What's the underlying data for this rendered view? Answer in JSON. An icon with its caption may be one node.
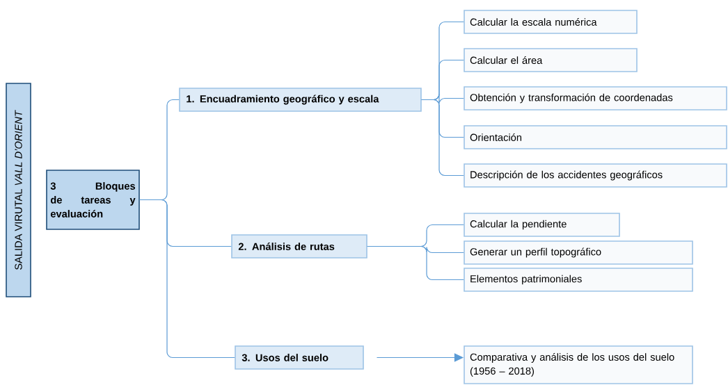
{
  "diagram": {
    "nodes": [
      {
        "text": [
          "SALIDA VIRUTAL *VALL D’ORIENT*"
        ]
      },
      {
        "text": [
          "3 Bloques de tareas y evaluación"
        ]
      },
      {
        "text": [
          "1. Encuadramiento geográfico y escala"
        ]
      },
      {
        "text": [
          "2. Análisis de rutas"
        ]
      },
      {
        "text": [
          "3. Usos del suelo"
        ]
      },
      {
        "text": [
          "Calcular la escala numérica"
        ]
      },
      {
        "text": [
          "Calcular el área"
        ]
      },
      {
        "text": [
          "Obtención y transformación de coordenadas"
        ]
      },
      {
        "text": [
          "Orientación"
        ]
      },
      {
        "text": [
          "Descripción de los accidentes geográficos"
        ]
      },
      {
        "text": [
          "Calcular la pendiente"
        ]
      },
      {
        "text": [
          "Generar un perfil topográfico"
        ]
      },
      {
        "text": [
          "Elementos patrimoniales"
        ]
      },
      {
        "text": [
          "Comparativa y análisis de los usos del suelo (1956 – 2018)"
        ]
      }
    ],
    "edges": [
      {
        "from": 1,
        "to": 2,
        "arrow": "none"
      },
      {
        "from": 1,
        "to": 3,
        "arrow": "none"
      },
      {
        "from": 1,
        "to": 4,
        "arrow": "none"
      },
      {
        "from": 2,
        "to": 5,
        "arrow": "none"
      },
      {
        "from": 2,
        "to": 6,
        "arrow": "none"
      },
      {
        "from": 2,
        "to": 7,
        "arrow": "none"
      },
      {
        "from": 2,
        "to": 8,
        "arrow": "none"
      },
      {
        "from": 2,
        "to": 9,
        "arrow": "none"
      },
      {
        "from": 3,
        "to": 10,
        "arrow": "none"
      },
      {
        "from": 3,
        "to": 11,
        "arrow": "none"
      },
      {
        "from": 3,
        "to": 12,
        "arrow": "none"
      },
      {
        "from": 4,
        "to": 13,
        "arrow": "to"
      }
    ]
  }
}
